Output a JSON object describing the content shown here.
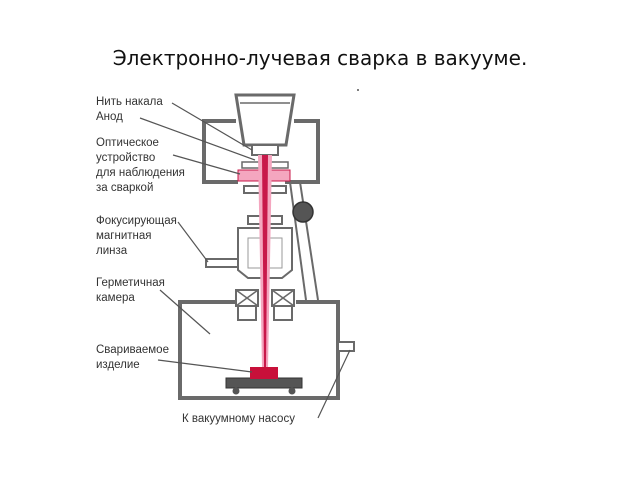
{
  "title": "Электронно-лучевая сварка в вакууме.",
  "labels": {
    "filament": "Нить накала",
    "anode": "Анод",
    "optical_1": "Оптическое",
    "optical_2": "устройство",
    "optical_3": "для наблюдения",
    "optical_4": "за сваркой",
    "focus_1": "Фокусирующая",
    "focus_2": "магнитная",
    "focus_3": "линза",
    "chamber_1": "Герметичная",
    "chamber_2": "камера",
    "workpiece_1": "Свариваемое",
    "workpiece_2": "изделие",
    "pump": "К вакуумному насосу"
  },
  "colors": {
    "beam": "#c8184a",
    "beam_light": "#f4a6bf",
    "workpiece": "#c8103a",
    "structure": "#6a6a6a"
  }
}
